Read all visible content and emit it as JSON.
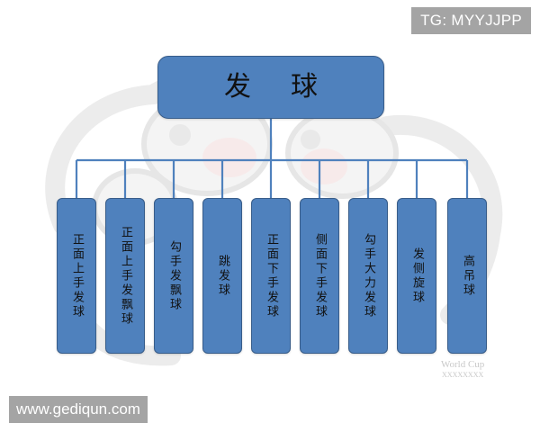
{
  "watermarks": {
    "tg": "TG: MYYJJPP",
    "url": "www.gediqun.com",
    "worldcup_line1": "World Cup",
    "worldcup_line2": "XXXXXXXX"
  },
  "diagram": {
    "root": "发球",
    "children": [
      "正面上手发球",
      "正面上手发飘球",
      "勾手发飘球",
      "跳发球",
      "正面下手发球",
      "侧面下手发球",
      "勾手大力发球",
      "发侧旋球",
      "高吊球"
    ]
  },
  "colors": {
    "node_fill": "#4f81bd",
    "node_border": "#385d8a",
    "connector": "#4f81bd"
  }
}
